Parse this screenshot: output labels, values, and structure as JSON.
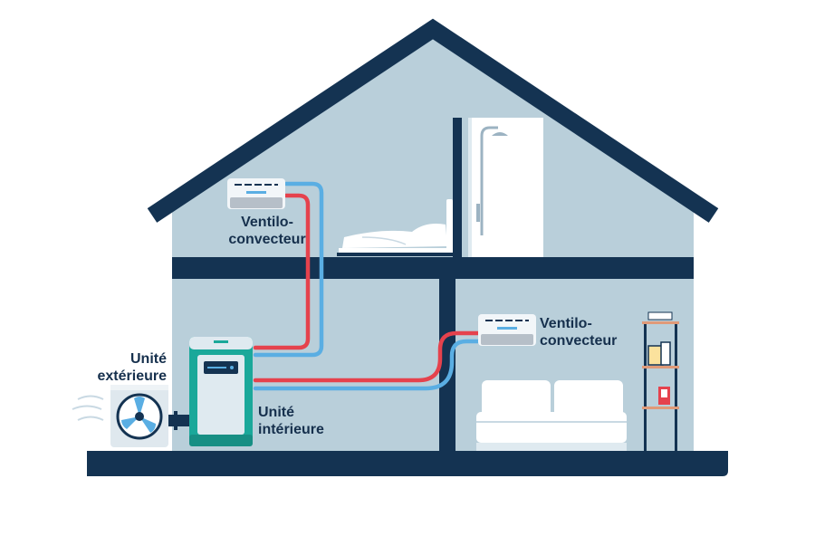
{
  "labels": {
    "fancoil_top": {
      "line1": "Ventilo-",
      "line2": "convecteur"
    },
    "fancoil_right": {
      "line1": "Ventilo-",
      "line2": "convecteur"
    },
    "outdoor_unit": {
      "line1": "Unité",
      "line2": "extérieure"
    },
    "indoor_unit": {
      "line1": "Unité",
      "line2": "intérieure"
    }
  },
  "colors": {
    "structure": "#143352",
    "wall": "#b9cfda",
    "pipe_hot": "#e5424d",
    "pipe_cold": "#5aaee3",
    "unit_teal": "#1aa89a",
    "white": "#ffffff"
  },
  "icons": [
    "fan-icon",
    "shower-icon",
    "bed-icon",
    "sofa-icon",
    "shelf-icon",
    "fancoil-icon",
    "indoor-unit-icon",
    "outdoor-unit-icon"
  ]
}
